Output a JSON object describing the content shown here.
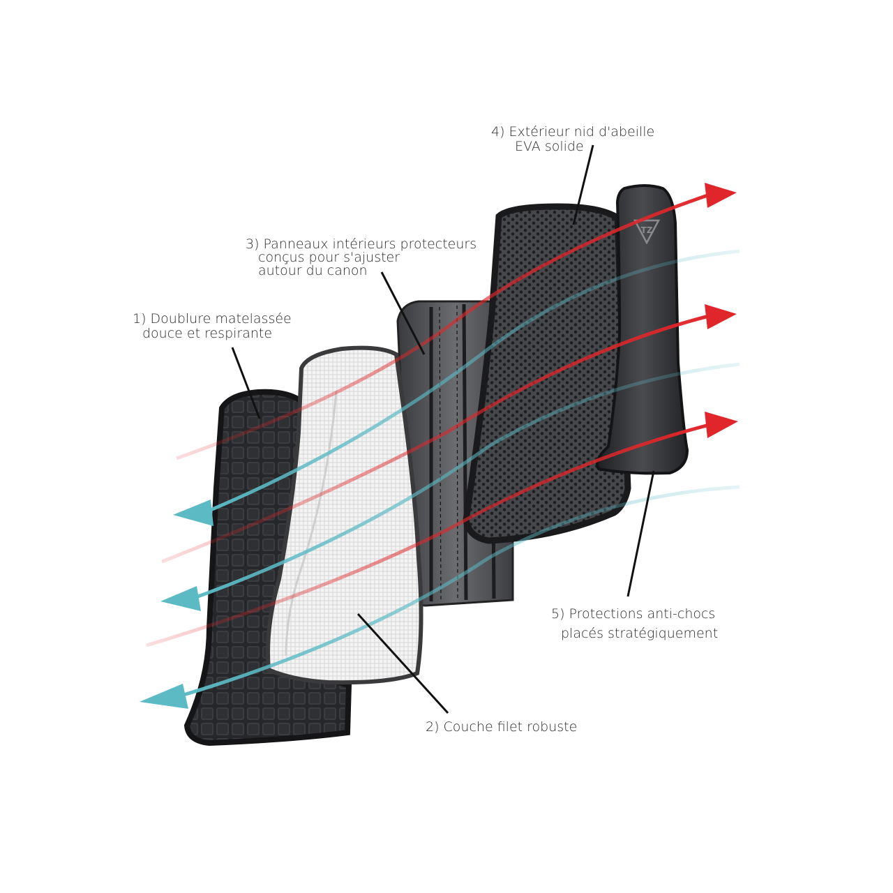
{
  "callouts": {
    "layer1": {
      "line1": "1) Doublure matelassée",
      "line2": "douce et respirante"
    },
    "layer2": {
      "line1": "2) Couche filet robuste"
    },
    "layer3": {
      "line1": "3) Panneaux intérieurs protecteurs",
      "line2": "conçus pour s'ajuster",
      "line3": "autour du canon"
    },
    "layer4": {
      "line1": "4) Extérieur nid d'abeille",
      "line2": "EVA solide"
    },
    "layer5": {
      "line1": "5) Protections anti-chocs",
      "line2": "placés stratégiquement"
    }
  },
  "colors": {
    "hot_air_arrow": "#e0262a",
    "cool_air_arrow": "#5bbac4",
    "boot_dark": "#2b2c2f",
    "mesh_white": "#eeeeee",
    "text": "#2a2a2a"
  },
  "icons": {
    "logo": "tz-logo-icon"
  }
}
